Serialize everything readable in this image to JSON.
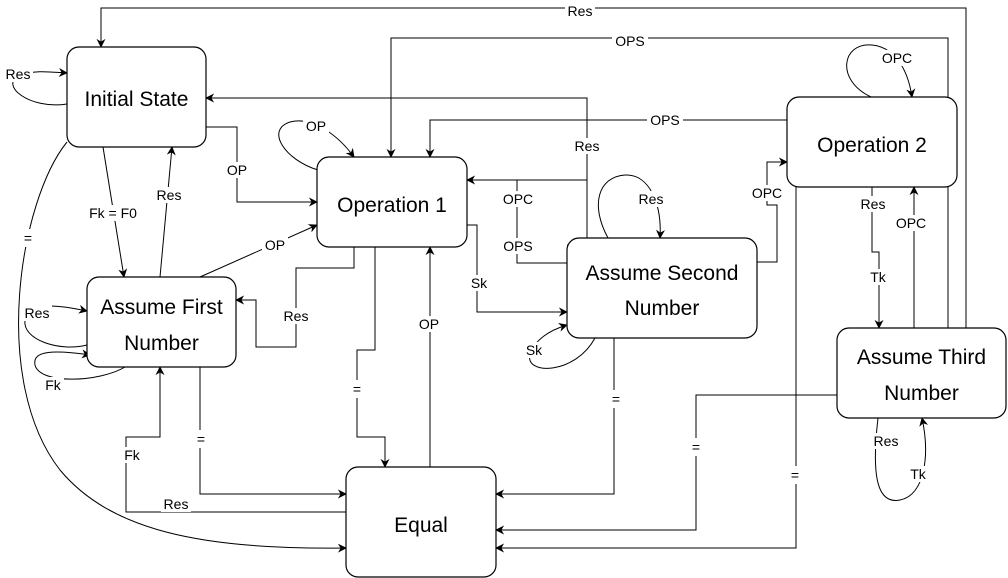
{
  "diagram": {
    "type": "state-machine",
    "nodes": {
      "initial": {
        "lines": [
          "Initial State"
        ]
      },
      "op1": {
        "lines": [
          "Operation 1"
        ]
      },
      "op2": {
        "lines": [
          "Operation 2"
        ]
      },
      "first": {
        "lines": [
          "Assume First",
          "Number"
        ]
      },
      "second": {
        "lines": [
          "Assume Second",
          "Number"
        ]
      },
      "third": {
        "lines": [
          "Assume Third",
          "Number"
        ]
      },
      "equal": {
        "lines": [
          "Equal"
        ]
      }
    },
    "edges": [
      {
        "id": "e1",
        "from": "third",
        "to": "initial",
        "label": "Res"
      },
      {
        "id": "e2",
        "from": "third",
        "to": "op1",
        "label": "OPS"
      },
      {
        "id": "e3",
        "from": "initial",
        "to": "initial",
        "label": "Res"
      },
      {
        "id": "e4",
        "from": "op2",
        "to": "op2",
        "label": "OPC"
      },
      {
        "id": "e5",
        "from": "second",
        "to": "initial",
        "label": "Res"
      },
      {
        "id": "e6",
        "from": "op2",
        "to": "op1",
        "label": "OPS"
      },
      {
        "id": "e7",
        "from": "op1",
        "to": "op1",
        "label": "OP"
      },
      {
        "id": "e8",
        "from": "initial",
        "to": "op1",
        "label": "OP"
      },
      {
        "id": "e9",
        "from": "initial",
        "to": "first",
        "label": "Fk = F0"
      },
      {
        "id": "e10",
        "from": "first",
        "to": "initial",
        "label": "Res"
      },
      {
        "id": "e11",
        "from": "first",
        "to": "op1",
        "label": "OP"
      },
      {
        "id": "e12",
        "from": "second",
        "to": "op1",
        "label": "OPC"
      },
      {
        "id": "e13",
        "from": "second",
        "to": "op1",
        "label": "OPS"
      },
      {
        "id": "e14",
        "from": "second",
        "to": "second",
        "label": "Res"
      },
      {
        "id": "e15",
        "from": "second",
        "to": "op2",
        "label": "OPC"
      },
      {
        "id": "e16",
        "from": "op2",
        "to": "third",
        "label": "Res"
      },
      {
        "id": "e17",
        "from": "op2",
        "to": "third",
        "label": "Tk"
      },
      {
        "id": "e18",
        "from": "third",
        "to": "op2",
        "label": "OPC"
      },
      {
        "id": "e19",
        "from": "initial",
        "to": "equal",
        "label": "="
      },
      {
        "id": "e20",
        "from": "first",
        "to": "first",
        "label": "Res"
      },
      {
        "id": "e21",
        "from": "first",
        "to": "first",
        "label": "Fk"
      },
      {
        "id": "e22",
        "from": "op1",
        "to": "first",
        "label": "Res"
      },
      {
        "id": "e23",
        "from": "op1",
        "to": "second",
        "label": "Sk"
      },
      {
        "id": "e24",
        "from": "second",
        "to": "second",
        "label": "Sk"
      },
      {
        "id": "e25",
        "from": "op1",
        "to": "equal",
        "label": "="
      },
      {
        "id": "e26",
        "from": "equal",
        "to": "op1",
        "label": "OP"
      },
      {
        "id": "e27",
        "from": "first",
        "to": "equal",
        "label": "="
      },
      {
        "id": "e28",
        "from": "equal",
        "to": "first",
        "label": "Fk"
      },
      {
        "id": "e29",
        "from": "equal",
        "to": "first",
        "label": "Res"
      },
      {
        "id": "e30",
        "from": "second",
        "to": "equal",
        "label": "="
      },
      {
        "id": "e31",
        "from": "third",
        "to": "equal",
        "label": "="
      },
      {
        "id": "e32",
        "from": "op2",
        "to": "equal",
        "label": "="
      },
      {
        "id": "e33",
        "from": "third",
        "to": "third",
        "label": "Res"
      },
      {
        "id": "e34",
        "from": "third",
        "to": "third",
        "label": "Tk"
      }
    ]
  }
}
